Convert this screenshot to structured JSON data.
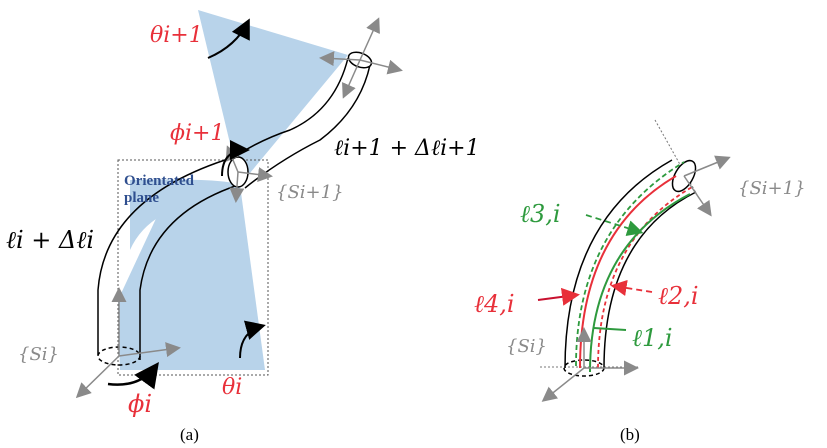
{
  "colors": {
    "red": "#e8303a",
    "green": "#2e9a3e",
    "gray": "#8a8a8a",
    "plane_blue": "#b8d3ea",
    "plane_text": "#2f4f8f",
    "ink": "#000000"
  },
  "panel_a": {
    "caption": "(a)",
    "theta_next": "θi+1",
    "phi_next": "ϕi+1",
    "len_next": "ℓi+1 + Δℓi+1",
    "frame_next": "{Si+1}",
    "plane_label_1": "Orientated",
    "plane_label_2": "plane",
    "len_i": "ℓi + Δℓi",
    "frame_i": "{Si}",
    "phi_i": "ϕi",
    "theta_i": "θi"
  },
  "panel_b": {
    "caption": "(b)",
    "frame_next": "{Si+1}",
    "l3": "ℓ3,i",
    "l4": "ℓ4,i",
    "l2": "ℓ2,i",
    "frame_i": "{Si}",
    "l1": "ℓ1,i"
  }
}
